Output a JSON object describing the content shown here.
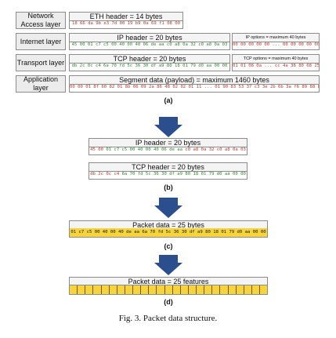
{
  "panel_a": {
    "layers": [
      {
        "label": "Network Access layer"
      },
      {
        "label": "Internet layer"
      },
      {
        "label": "Transport layer"
      },
      {
        "label": "Application layer"
      }
    ],
    "eth": {
      "title": "ETH header = 14 bytes",
      "hex": "18 66 da 9b e3 7d 00 19 b9 0a 69 f1 08 00"
    },
    "ip": {
      "title": "IP header = 20 bytes",
      "hex": "45 00 01 c7 c5 00 40 00 40 06 de aa c0 a8 0a 32 c0 a8 0a 03"
    },
    "ip_opts": {
      "title": "IP options = maximum 40 bytes",
      "hex": "00 00 00 00 00 ... 00 00 00 00 00"
    },
    "tcp": {
      "title": "TCP header = 20 bytes",
      "hex": "db 2c 0c c4 6a 70 fd 5c 36 30 df a9 80 18 01 79 d0 aa 00 00"
    },
    "tcp_opts": {
      "title": "TCP options = maximum 40 bytes",
      "hex": "01 01 08 0a ... cc 4a 38 80 68 25"
    },
    "seg": {
      "title": "Segment data (payload) = maximum 1460 bytes",
      "hex": "00 00 01 8f 60 82 01 8b 06 09 2a 86 48 02 02 01 11 ... 01 90    83 53 37 c3 3e 2b 6b 3a f6 89 88 8a"
    },
    "caption": "(a)"
  },
  "panel_b": {
    "ip": {
      "title": "IP header = 20 bytes",
      "hex_a": "45 00 ",
      "hex_b": "01 c7 c5 00 40 00 40 06 de aa ",
      "hex_c": "c0 a8 0a 32 c0 a8 0a 03"
    },
    "tcp": {
      "title": "TCP header = 20 bytes",
      "hex_a": "db 2c 0c c4 ",
      "hex_b": "6a 70 fd 5c 36 30 df a9 80 18 01 79 d0 aa 00 00"
    },
    "caption": "(b)"
  },
  "panel_c": {
    "title": "Packet data = 25 bytes",
    "hex": "01 c7 c5 00 40 00 40 de aa 6a 70 fd 5c 36 30 df a9 80 18 01 79 d0 aa 00 00",
    "caption": "(c)"
  },
  "panel_d": {
    "title": "Packet data = 25 features",
    "feature_count": 25,
    "caption": "(d)"
  },
  "figure_caption": "Fig. 3.   Packet data structure.",
  "colors": {
    "arrow": "#2b4f8e",
    "feature_fill": "#f7d33c",
    "hex_red": "#c0392b",
    "hex_green": "#2e8b2e"
  }
}
